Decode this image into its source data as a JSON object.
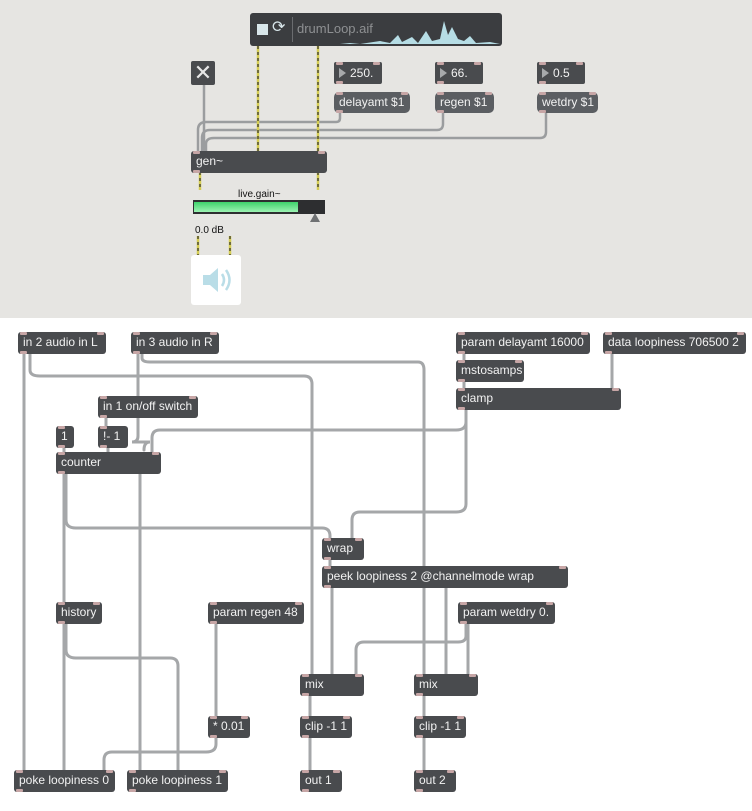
{
  "top_patch": {
    "sfplay": {
      "filename": "drumLoop.aif",
      "loop_symbol": "⟳"
    },
    "toggle_symbol": "✕",
    "numbers": {
      "delay": "250.",
      "regen": "66.",
      "wetdry": "0.5"
    },
    "messages": {
      "delay": "delayamt $1",
      "regen": "regen $1",
      "wetdry": "wetdry $1"
    },
    "gen_object": "gen~",
    "live_gain": {
      "label": "live.gain~",
      "value_text": "0.0 dB",
      "level_fraction": 0.8
    },
    "speaker_symbol": "🔈"
  },
  "bottom_patch": {
    "in2": "in 2 audio in L",
    "in3": "in 3 audio in R",
    "param_delay": "param delayamt 16000",
    "data_loopiness": "data loopiness 706500 2",
    "mstosamps": "mstosamps",
    "clamp": "clamp",
    "in1": "in 1 on/off switch",
    "const_1": "1",
    "not_minus": "!- 1",
    "counter": "counter",
    "wrap": "wrap",
    "peek": "peek loopiness 2 @channelmode wrap",
    "history": "history",
    "param_regen": "param regen 48",
    "param_wetdry": "param wetdry 0.",
    "mix_l": "mix",
    "mix_r": "mix",
    "mul": "* 0.01",
    "clip_l": "clip -1 1",
    "clip_r": "clip -1 1",
    "poke0": "poke loopiness 0",
    "poke1": "poke loopiness 1",
    "out1": "out 1",
    "out2": "out 2"
  }
}
